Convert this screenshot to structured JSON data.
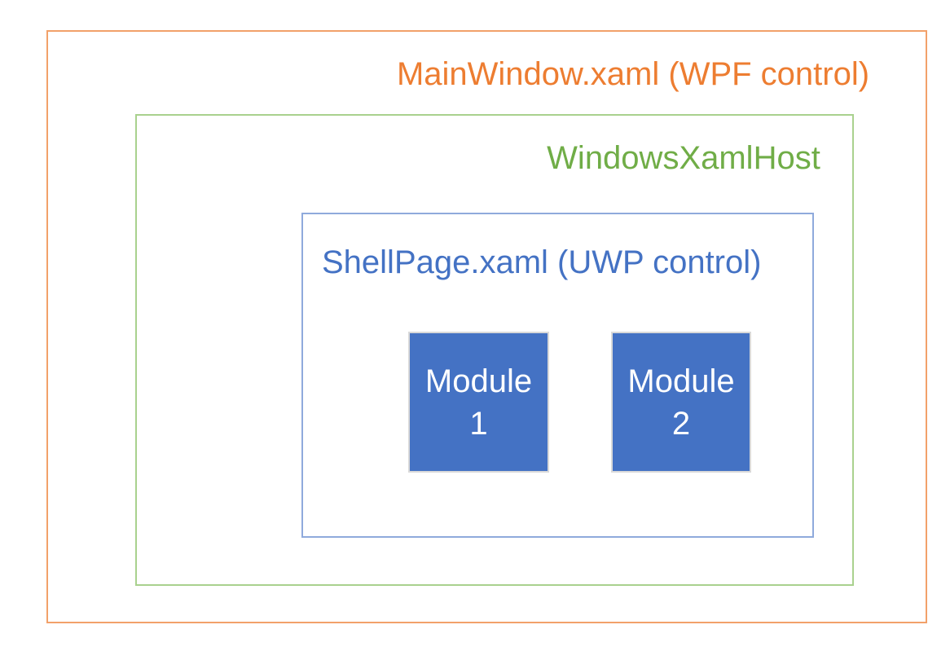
{
  "diagram": {
    "background_color": "#FFFFFF",
    "boxes": {
      "main_window": {
        "label": "MainWindow.xaml (WPF control)",
        "text_color": "#ED7D31",
        "border_color": "#F2A16A"
      },
      "xaml_host": {
        "label": "WindowsXamlHost",
        "text_color": "#70AD47",
        "border_color": "#A9D18E"
      },
      "shell_page": {
        "label": "ShellPage.xaml (UWP control)",
        "text_color": "#4472C4",
        "border_color": "#8FAADC"
      },
      "modules": [
        {
          "name": "Module",
          "number": "1",
          "fill_color": "#4472C4",
          "border_color": "#D9D9D9",
          "text_color": "#FFFFFF"
        },
        {
          "name": "Module",
          "number": "2",
          "fill_color": "#4472C4",
          "border_color": "#D9D9D9",
          "text_color": "#FFFFFF"
        }
      ]
    }
  }
}
